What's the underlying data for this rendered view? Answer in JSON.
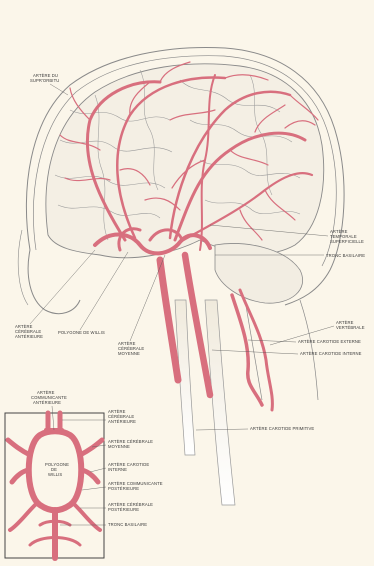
{
  "colors": {
    "paper": "#fbf6ea",
    "artery": "#d86f7e",
    "artery_dark": "#b84d5e",
    "outline": "#8a8a8a",
    "brain_fill": "#f4efe4",
    "text": "#3a3a3a"
  },
  "labels": {
    "supraorbital": [
      "ARTÈRE DU",
      "SUPR'ORBITU"
    ],
    "superficial_temporal": [
      "ARTÈRE",
      "TEMPORALE",
      "SUPERFICIELLE"
    ],
    "basilar_trunk": "TRONC BASILAIRE",
    "anterior_cerebral": [
      "ARTÈRE",
      "CÉRÉBRALE",
      "ANTÉRIEURE"
    ],
    "polygon_willis": "POLYGONE DE WILLIS",
    "middle_cerebral": [
      "ARTÈRE",
      "CÉRÉBRALE",
      "MOYENNE"
    ],
    "vertebral": [
      "ARTÈRE",
      "VERTÉBRALE"
    ],
    "external_carotid": "ARTÈRE CAROTIDE EXTERNE",
    "internal_carotid": "ARTÈRE CAROTIDE INTERNE",
    "primitive_carotid": "ARTÈRE CAROTIDE PRIMITIVE"
  },
  "inset": {
    "anterior_communicating": [
      "ARTÈRE",
      "COMMUNICANTE",
      "ANTÉRIEURE"
    ],
    "center_label": [
      "POLYGONE",
      "DE",
      "WILLIS"
    ],
    "anterior_cerebral": [
      "ARTÈRE",
      "CÉRÉBRALE",
      "ANTÉRIEURE"
    ],
    "middle_cerebral": [
      "ARTÈRE CÉRÉBRALE",
      "MOYENNE"
    ],
    "internal_carotid": [
      "ARTÈRE CAROTIDE",
      "INTERNE"
    ],
    "posterior_communicating": [
      "ARTÈRE COMMUNICANTE",
      "POSTÉRIEURE"
    ],
    "posterior_cerebral": [
      "ARTÈRE CÉRÉBRALE",
      "POSTÉRIEURE"
    ],
    "basilar_trunk": "TRONC BASILAIRE"
  }
}
